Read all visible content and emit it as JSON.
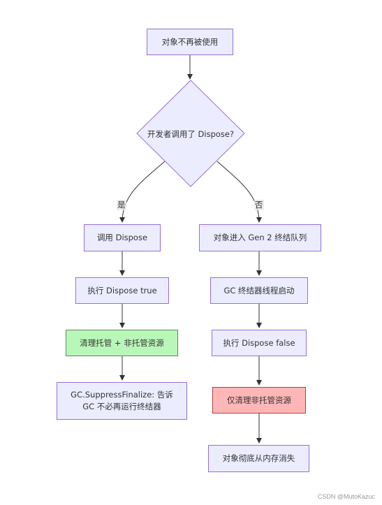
{
  "nodes": {
    "start": "对象不再被使用",
    "decision": "开发者调用了 Dispose?",
    "call_dispose": "调用 Dispose",
    "exec_dispose_true": "执行 Dispose true",
    "clean_all": "清理托管 + 非托管资源",
    "suppress_line1": "GC.SuppressFinalize: 告诉",
    "suppress_line2": "GC 不必再运行终结器",
    "enter_queue": "对象进入 Gen 2 终结队列",
    "gc_thread": "GC 终结器线程启动",
    "exec_dispose_false": "执行 Dispose false",
    "clean_unmanaged": "仅清理非托管资源",
    "vanish": "对象彻底从内存消失"
  },
  "edge_labels": {
    "yes": "是",
    "no": "否"
  },
  "colors": {
    "node_fill": "#ececff",
    "node_border": "#9370db",
    "highlight_green": "#b9f7b9",
    "highlight_red": "#ffb6b6"
  },
  "watermark": "CSDN @MutoKazuc"
}
